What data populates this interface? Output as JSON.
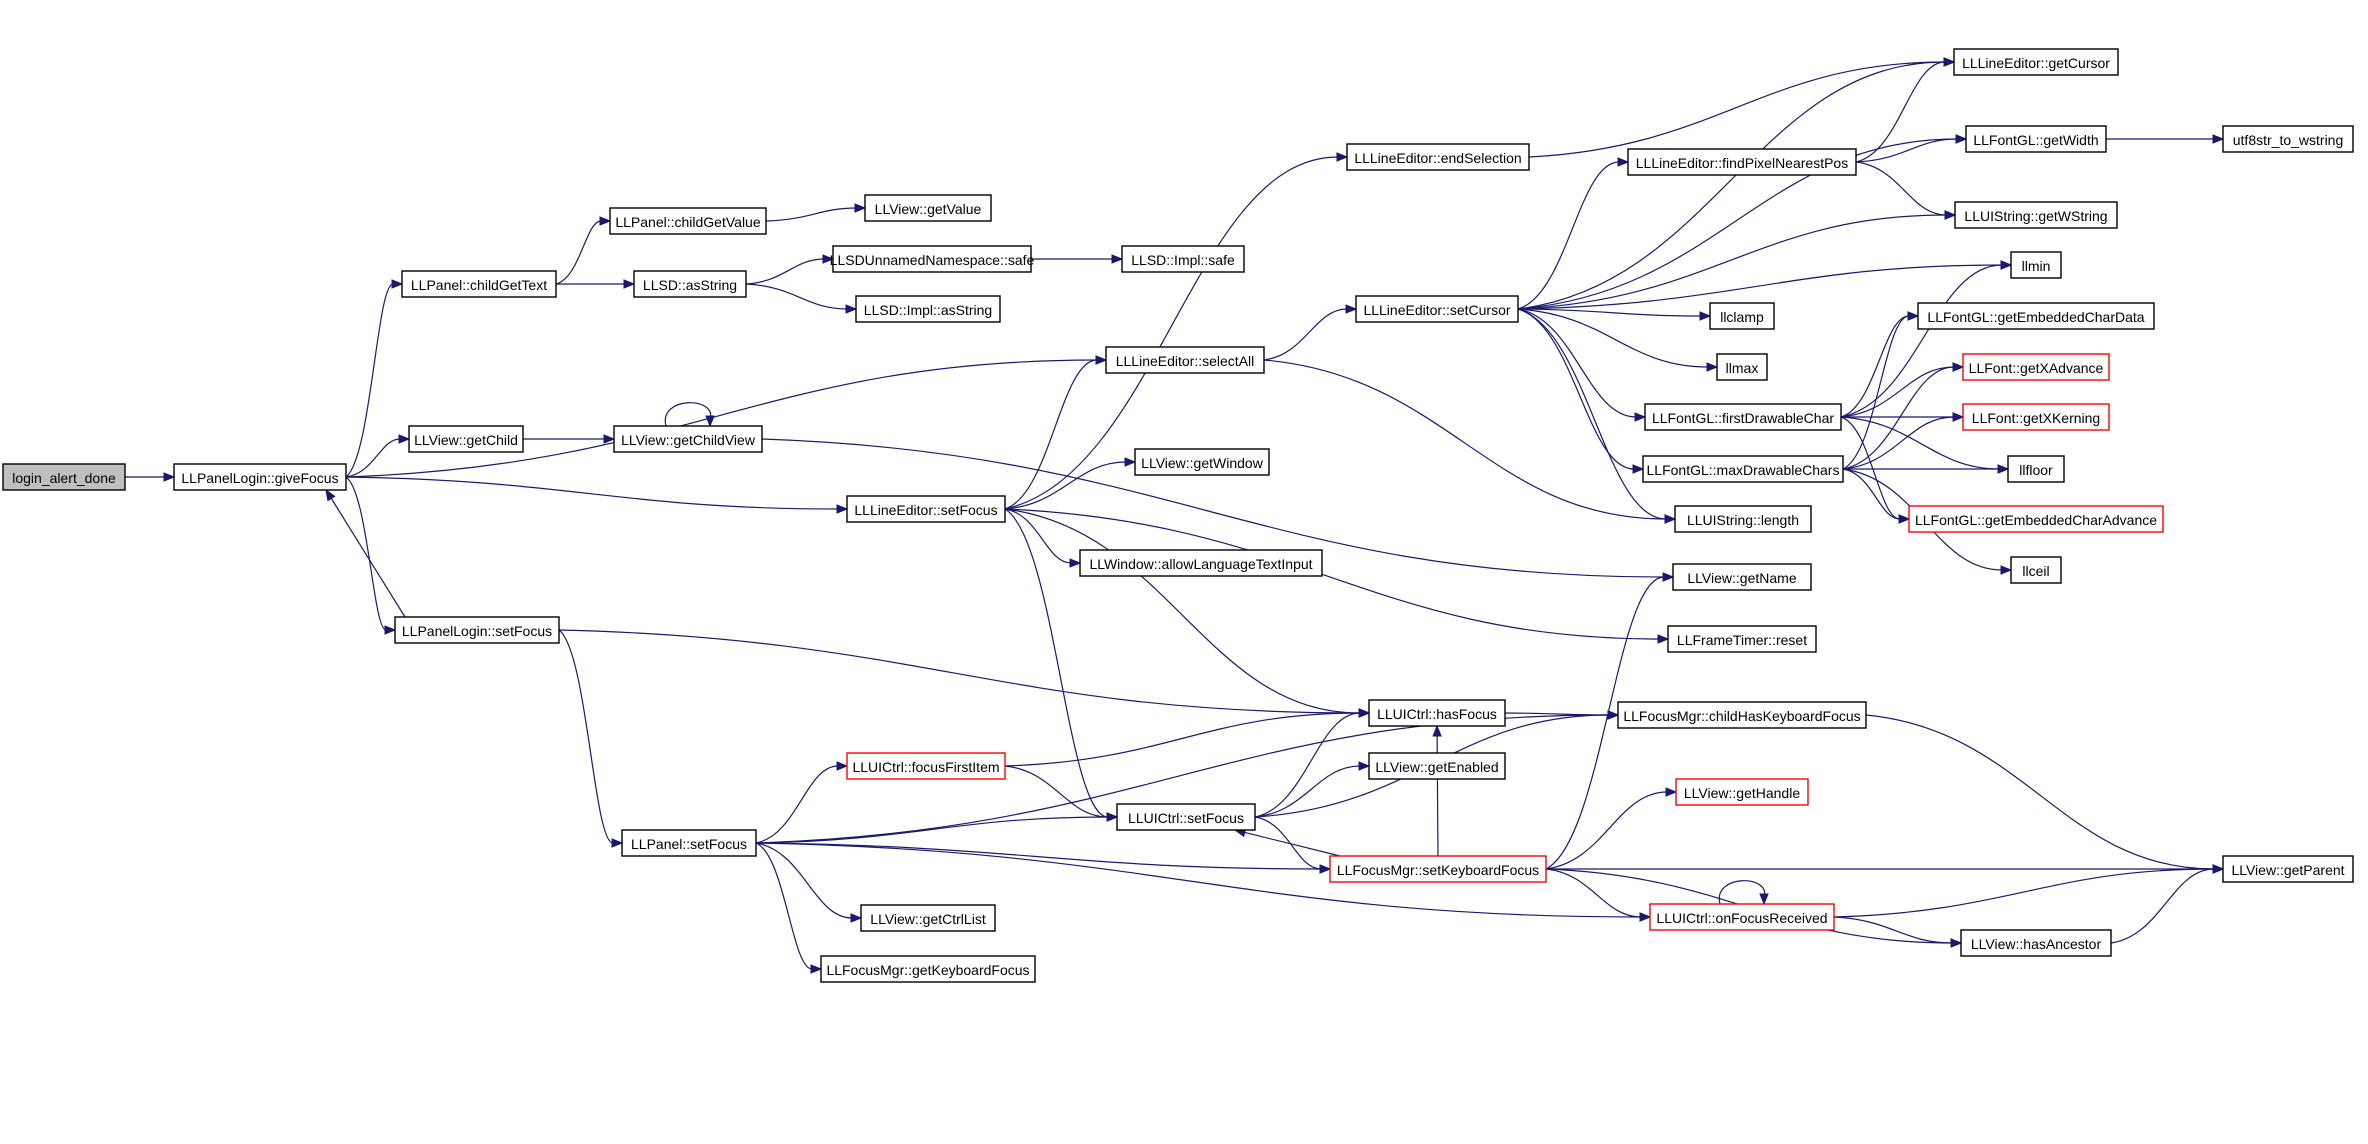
{
  "graph": {
    "colors": {
      "edge": "#191970",
      "node_border": "#000000",
      "truncated_border": "#ff0000",
      "root_fill": "#bfbfbf",
      "background": "#ffffff"
    },
    "nodes": [
      {
        "id": "login_alert_done",
        "label": "login_alert_done",
        "style": "root"
      },
      {
        "id": "LLPanelLogin_giveFocus",
        "label": "LLPanelLogin::giveFocus",
        "style": "normal"
      },
      {
        "id": "LLPanel_childGetText",
        "label": "LLPanel::childGetText",
        "style": "normal"
      },
      {
        "id": "LLPanel_childGetValue",
        "label": "LLPanel::childGetValue",
        "style": "normal"
      },
      {
        "id": "LLView_getValue",
        "label": "LLView::getValue",
        "style": "normal"
      },
      {
        "id": "LLSD_asString",
        "label": "LLSD::asString",
        "style": "normal"
      },
      {
        "id": "LLSDUnnamedNamespace_safe",
        "label": "LLSDUnnamedNamespace::safe",
        "style": "normal"
      },
      {
        "id": "LLSD_Impl_safe",
        "label": "LLSD::Impl::safe",
        "style": "normal"
      },
      {
        "id": "LLSD_Impl_asString",
        "label": "LLSD::Impl::asString",
        "style": "normal"
      },
      {
        "id": "LLLineEditor_selectAll",
        "label": "LLLineEditor::selectAll",
        "style": "normal"
      },
      {
        "id": "LLView_getChild",
        "label": "LLView::getChild",
        "style": "normal"
      },
      {
        "id": "LLView_getChildView",
        "label": "LLView::getChildView",
        "style": "normal"
      },
      {
        "id": "LLLineEditor_setFocus",
        "label": "LLLineEditor::setFocus",
        "style": "normal"
      },
      {
        "id": "LLView_getWindow",
        "label": "LLView::getWindow",
        "style": "normal"
      },
      {
        "id": "LLWindow_allowLanguageTextInput",
        "label": "LLWindow::allowLanguageTextInput",
        "style": "normal"
      },
      {
        "id": "LLPanelLogin_setFocus",
        "label": "LLPanelLogin::setFocus",
        "style": "normal"
      },
      {
        "id": "LLPanel_setFocus",
        "label": "LLPanel::setFocus",
        "style": "normal"
      },
      {
        "id": "LLUICtrl_focusFirstItem",
        "label": "LLUICtrl::focusFirstItem",
        "style": "truncated"
      },
      {
        "id": "LLUICtrl_setFocus",
        "label": "LLUICtrl::setFocus",
        "style": "normal"
      },
      {
        "id": "LLView_getCtrlList",
        "label": "LLView::getCtrlList",
        "style": "normal"
      },
      {
        "id": "LLFocusMgr_getKeyboardFocus",
        "label": "LLFocusMgr::getKeyboardFocus",
        "style": "normal"
      },
      {
        "id": "LLLineEditor_endSelection",
        "label": "LLLineEditor::endSelection",
        "style": "normal"
      },
      {
        "id": "LLLineEditor_setCursor",
        "label": "LLLineEditor::setCursor",
        "style": "normal"
      },
      {
        "id": "LLUICtrl_hasFocus",
        "label": "LLUICtrl::hasFocus",
        "style": "normal"
      },
      {
        "id": "LLView_getEnabled",
        "label": "LLView::getEnabled",
        "style": "normal"
      },
      {
        "id": "LLFocusMgr_setKeyboardFocus",
        "label": "LLFocusMgr::setKeyboardFocus",
        "style": "truncated"
      },
      {
        "id": "LLLineEditor_getCursor",
        "label": "LLLineEditor::getCursor",
        "style": "normal"
      },
      {
        "id": "LLLineEditor_findPixelNearestPos",
        "label": "LLLineEditor::findPixelNearestPos",
        "style": "normal"
      },
      {
        "id": "LLFontGL_getWidth",
        "label": "LLFontGL::getWidth",
        "style": "normal"
      },
      {
        "id": "utf8str_to_wstring",
        "label": "utf8str_to_wstring",
        "style": "normal"
      },
      {
        "id": "LLUIString_getWString",
        "label": "LLUIString::getWString",
        "style": "normal"
      },
      {
        "id": "llmin",
        "label": "llmin",
        "style": "normal"
      },
      {
        "id": "llclamp",
        "label": "llclamp",
        "style": "normal"
      },
      {
        "id": "llmax",
        "label": "llmax",
        "style": "normal"
      },
      {
        "id": "LLFontGL_firstDrawableChar",
        "label": "LLFontGL::firstDrawableChar",
        "style": "normal"
      },
      {
        "id": "LLFontGL_maxDrawableChars",
        "label": "LLFontGL::maxDrawableChars",
        "style": "normal"
      },
      {
        "id": "LLUIString_length",
        "label": "LLUIString::length",
        "style": "normal"
      },
      {
        "id": "LLFontGL_getEmbeddedCharData",
        "label": "LLFontGL::getEmbeddedCharData",
        "style": "normal"
      },
      {
        "id": "LLFont_getXAdvance",
        "label": "LLFont::getXAdvance",
        "style": "truncated"
      },
      {
        "id": "LLFont_getXKerning",
        "label": "LLFont::getXKerning",
        "style": "truncated"
      },
      {
        "id": "llfloor",
        "label": "llfloor",
        "style": "normal"
      },
      {
        "id": "LLFontGL_getEmbeddedCharAdvance",
        "label": "LLFontGL::getEmbeddedCharAdvance",
        "style": "truncated"
      },
      {
        "id": "llceil",
        "label": "llceil",
        "style": "normal"
      },
      {
        "id": "LLView_getName",
        "label": "LLView::getName",
        "style": "normal"
      },
      {
        "id": "LLFrameTimer_reset",
        "label": "LLFrameTimer::reset",
        "style": "normal"
      },
      {
        "id": "LLFocusMgr_childHasKeyboardFocus",
        "label": "LLFocusMgr::childHasKeyboardFocus",
        "style": "normal"
      },
      {
        "id": "LLView_getHandle",
        "label": "LLView::getHandle",
        "style": "truncated"
      },
      {
        "id": "LLUICtrl_onFocusReceived",
        "label": "LLUICtrl::onFocusReceived",
        "style": "truncated"
      },
      {
        "id": "LLView_getParent",
        "label": "LLView::getParent",
        "style": "normal"
      },
      {
        "id": "LLView_hasAncestor",
        "label": "LLView::hasAncestor",
        "style": "normal"
      }
    ],
    "edges": [
      [
        "login_alert_done",
        "LLPanelLogin_giveFocus"
      ],
      [
        "LLPanelLogin_giveFocus",
        "LLPanel_childGetText"
      ],
      [
        "LLPanelLogin_giveFocus",
        "LLLineEditor_selectAll"
      ],
      [
        "LLPanelLogin_giveFocus",
        "LLView_getChild"
      ],
      [
        "LLPanelLogin_giveFocus",
        "LLLineEditor_setFocus"
      ],
      [
        "LLPanelLogin_giveFocus",
        "LLPanelLogin_setFocus"
      ],
      [
        "LLPanelLogin_setFocus",
        "LLPanelLogin_giveFocus"
      ],
      [
        "LLPanelLogin_setFocus",
        "LLPanel_setFocus"
      ],
      [
        "LLPanelLogin_setFocus",
        "LLUICtrl_hasFocus"
      ],
      [
        "LLPanel_childGetText",
        "LLPanel_childGetValue"
      ],
      [
        "LLPanel_childGetText",
        "LLSD_asString"
      ],
      [
        "LLPanel_childGetValue",
        "LLView_getValue"
      ],
      [
        "LLSD_asString",
        "LLSDUnnamedNamespace_safe"
      ],
      [
        "LLSD_asString",
        "LLSD_Impl_asString"
      ],
      [
        "LLSDUnnamedNamespace_safe",
        "LLSD_Impl_safe"
      ],
      [
        "LLView_getChild",
        "LLView_getChildView"
      ],
      [
        "LLView_getChildView",
        "LLView_getChildView"
      ],
      [
        "LLView_getChildView",
        "LLView_getName"
      ],
      [
        "LLLineEditor_selectAll",
        "LLLineEditor_setCursor"
      ],
      [
        "LLLineEditor_selectAll",
        "LLUIString_length"
      ],
      [
        "LLLineEditor_setFocus",
        "LLLineEditor_endSelection"
      ],
      [
        "LLLineEditor_setFocus",
        "LLLineEditor_selectAll"
      ],
      [
        "LLLineEditor_setFocus",
        "LLView_getWindow"
      ],
      [
        "LLLineEditor_setFocus",
        "LLWindow_allowLanguageTextInput"
      ],
      [
        "LLLineEditor_setFocus",
        "LLFrameTimer_reset"
      ],
      [
        "LLLineEditor_setFocus",
        "LLUICtrl_hasFocus"
      ],
      [
        "LLLineEditor_setFocus",
        "LLUICtrl_setFocus"
      ],
      [
        "LLLineEditor_endSelection",
        "LLLineEditor_getCursor"
      ],
      [
        "LLLineEditor_setCursor",
        "LLLineEditor_getCursor"
      ],
      [
        "LLLineEditor_setCursor",
        "LLLineEditor_findPixelNearestPos"
      ],
      [
        "LLLineEditor_setCursor",
        "LLFontGL_getWidth"
      ],
      [
        "LLLineEditor_setCursor",
        "LLUIString_getWString"
      ],
      [
        "LLLineEditor_setCursor",
        "llmin"
      ],
      [
        "LLLineEditor_setCursor",
        "llclamp"
      ],
      [
        "LLLineEditor_setCursor",
        "llmax"
      ],
      [
        "LLLineEditor_setCursor",
        "LLFontGL_firstDrawableChar"
      ],
      [
        "LLLineEditor_setCursor",
        "LLFontGL_maxDrawableChars"
      ],
      [
        "LLLineEditor_setCursor",
        "LLUIString_length"
      ],
      [
        "LLLineEditor_findPixelNearestPos",
        "LLLineEditor_getCursor"
      ],
      [
        "LLLineEditor_findPixelNearestPos",
        "LLFontGL_getWidth"
      ],
      [
        "LLLineEditor_findPixelNearestPos",
        "LLUIString_getWString"
      ],
      [
        "LLFontGL_getWidth",
        "utf8str_to_wstring"
      ],
      [
        "LLFontGL_firstDrawableChar",
        "llmin"
      ],
      [
        "LLFontGL_firstDrawableChar",
        "LLFontGL_getEmbeddedCharData"
      ],
      [
        "LLFontGL_firstDrawableChar",
        "LLFont_getXAdvance"
      ],
      [
        "LLFontGL_firstDrawableChar",
        "LLFont_getXKerning"
      ],
      [
        "LLFontGL_firstDrawableChar",
        "llfloor"
      ],
      [
        "LLFontGL_firstDrawableChar",
        "LLFontGL_getEmbeddedCharAdvance"
      ],
      [
        "LLFontGL_maxDrawableChars",
        "LLFontGL_getEmbeddedCharData"
      ],
      [
        "LLFontGL_maxDrawableChars",
        "LLFont_getXAdvance"
      ],
      [
        "LLFontGL_maxDrawableChars",
        "LLFont_getXKerning"
      ],
      [
        "LLFontGL_maxDrawableChars",
        "llfloor"
      ],
      [
        "LLFontGL_maxDrawableChars",
        "LLFontGL_getEmbeddedCharAdvance"
      ],
      [
        "LLFontGL_maxDrawableChars",
        "llceil"
      ],
      [
        "LLPanel_setFocus",
        "LLUICtrl_focusFirstItem"
      ],
      [
        "LLPanel_setFocus",
        "LLUICtrl_setFocus"
      ],
      [
        "LLPanel_setFocus",
        "LLFocusMgr_childHasKeyboardFocus"
      ],
      [
        "LLPanel_setFocus",
        "LLFocusMgr_setKeyboardFocus"
      ],
      [
        "LLPanel_setFocus",
        "LLView_getCtrlList"
      ],
      [
        "LLPanel_setFocus",
        "LLFocusMgr_getKeyboardFocus"
      ],
      [
        "LLPanel_setFocus",
        "LLUICtrl_onFocusReceived"
      ],
      [
        "LLUICtrl_focusFirstItem",
        "LLUICtrl_hasFocus"
      ],
      [
        "LLUICtrl_focusFirstItem",
        "LLUICtrl_setFocus"
      ],
      [
        "LLUICtrl_setFocus",
        "LLUICtrl_hasFocus"
      ],
      [
        "LLUICtrl_setFocus",
        "LLView_getEnabled"
      ],
      [
        "LLUICtrl_setFocus",
        "LLFocusMgr_setKeyboardFocus"
      ],
      [
        "LLUICtrl_setFocus",
        "LLFocusMgr_childHasKeyboardFocus"
      ],
      [
        "LLUICtrl_hasFocus",
        "LLFocusMgr_childHasKeyboardFocus"
      ],
      [
        "LLFocusMgr_childHasKeyboardFocus",
        "LLView_getParent"
      ],
      [
        "LLFocusMgr_setKeyboardFocus",
        "LLUICtrl_setFocus"
      ],
      [
        "LLFocusMgr_setKeyboardFocus",
        "LLUICtrl_hasFocus"
      ],
      [
        "LLFocusMgr_setKeyboardFocus",
        "LLView_getHandle"
      ],
      [
        "LLFocusMgr_setKeyboardFocus",
        "LLView_getName"
      ],
      [
        "LLFocusMgr_setKeyboardFocus",
        "LLView_getParent"
      ],
      [
        "LLFocusMgr_setKeyboardFocus",
        "LLUICtrl_onFocusReceived"
      ],
      [
        "LLFocusMgr_setKeyboardFocus",
        "LLView_hasAncestor"
      ],
      [
        "LLUICtrl_onFocusReceived",
        "LLUICtrl_onFocusReceived"
      ],
      [
        "LLUICtrl_onFocusReceived",
        "LLView_getParent"
      ],
      [
        "LLUICtrl_onFocusReceived",
        "LLView_hasAncestor"
      ],
      [
        "LLView_hasAncestor",
        "LLView_getParent"
      ]
    ]
  }
}
